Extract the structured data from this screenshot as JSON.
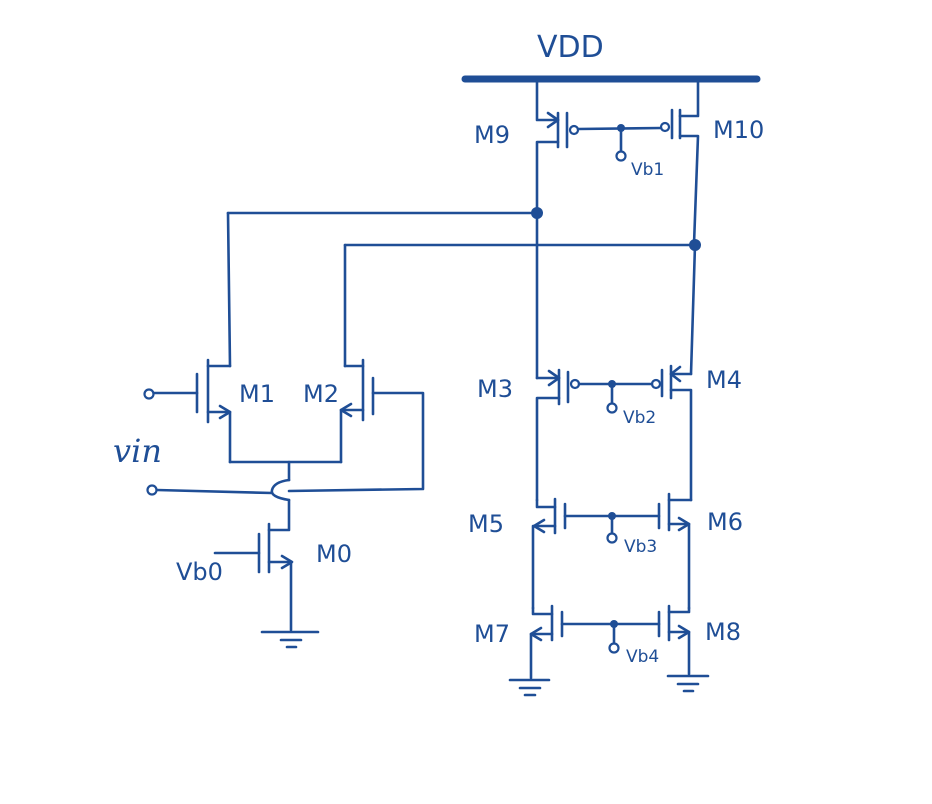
{
  "supply": {
    "label": "VDD"
  },
  "transistors": {
    "m0": "M0",
    "m1": "M1",
    "m2": "M2",
    "m3": "M3",
    "m4": "M4",
    "m5": "M5",
    "m6": "M6",
    "m7": "M7",
    "m8": "M8",
    "m9": "M9",
    "m10": "M10"
  },
  "bias": {
    "vb0": "Vb0",
    "vb1": "Vb1",
    "vb2": "Vb2",
    "vb3": "Vb3",
    "vb4": "Vb4"
  },
  "input": {
    "label": "vin"
  },
  "colors": {
    "ink": "#1f4e96",
    "background": "#ffffff"
  }
}
